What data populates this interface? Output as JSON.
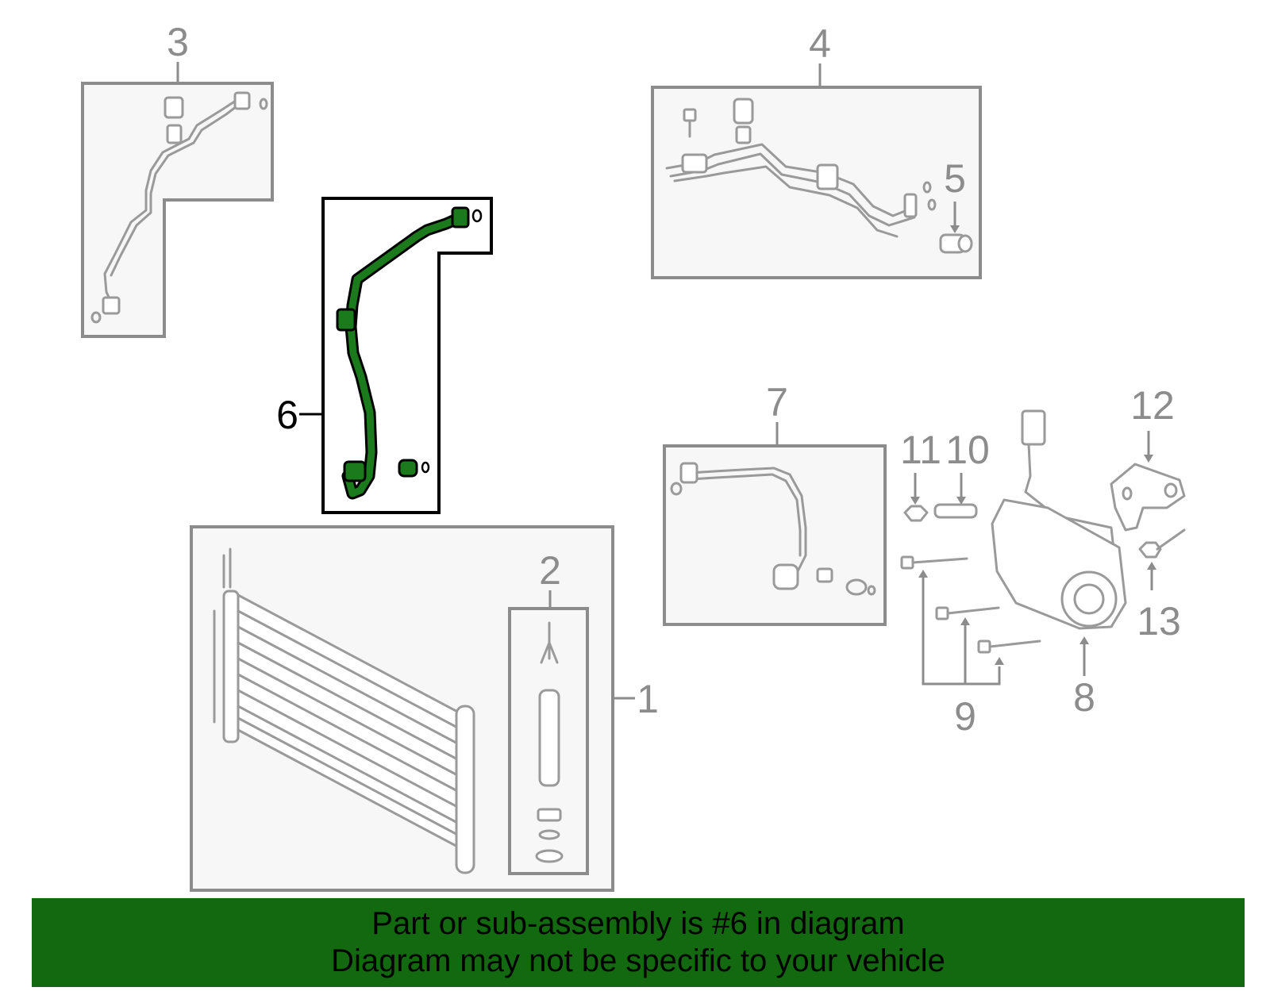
{
  "diagram": {
    "callouts": {
      "c1": "1",
      "c2": "2",
      "c3": "3",
      "c4": "4",
      "c5": "5",
      "c6": "6",
      "c7": "7",
      "c8": "8",
      "c9": "9",
      "c10": "10",
      "c11": "11",
      "c12": "12",
      "c13": "13"
    },
    "highlighted_part": "6"
  },
  "banner": {
    "line1": "Part or sub-assembly is #6 in diagram",
    "line2": "Diagram may not be specific to your vehicle"
  },
  "colors": {
    "highlight": "#1b7a1b",
    "banner_bg": "#13690f",
    "box_fill": "#f7f7f7",
    "part_gray": "#8c8c8c"
  }
}
